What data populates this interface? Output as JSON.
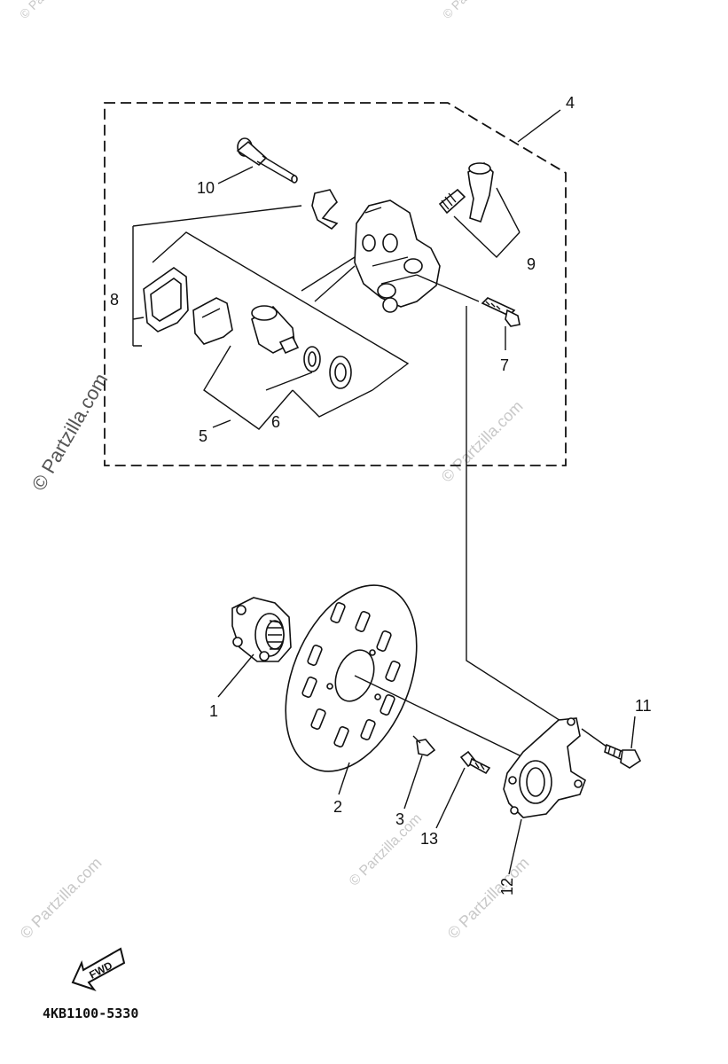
{
  "callouts": {
    "c1": "1",
    "c2": "2",
    "c3": "3",
    "c4": "4",
    "c5": "5",
    "c6": "6",
    "c7": "7",
    "c8": "8",
    "c9": "9",
    "c10": "10",
    "c11": "11",
    "c12": "12",
    "c13": "13"
  },
  "fwd_label": "FWD",
  "diagram_code": "4KB1100-5330",
  "watermark": {
    "main": "© Partzilla.com",
    "small": "© Partzilla.com"
  }
}
